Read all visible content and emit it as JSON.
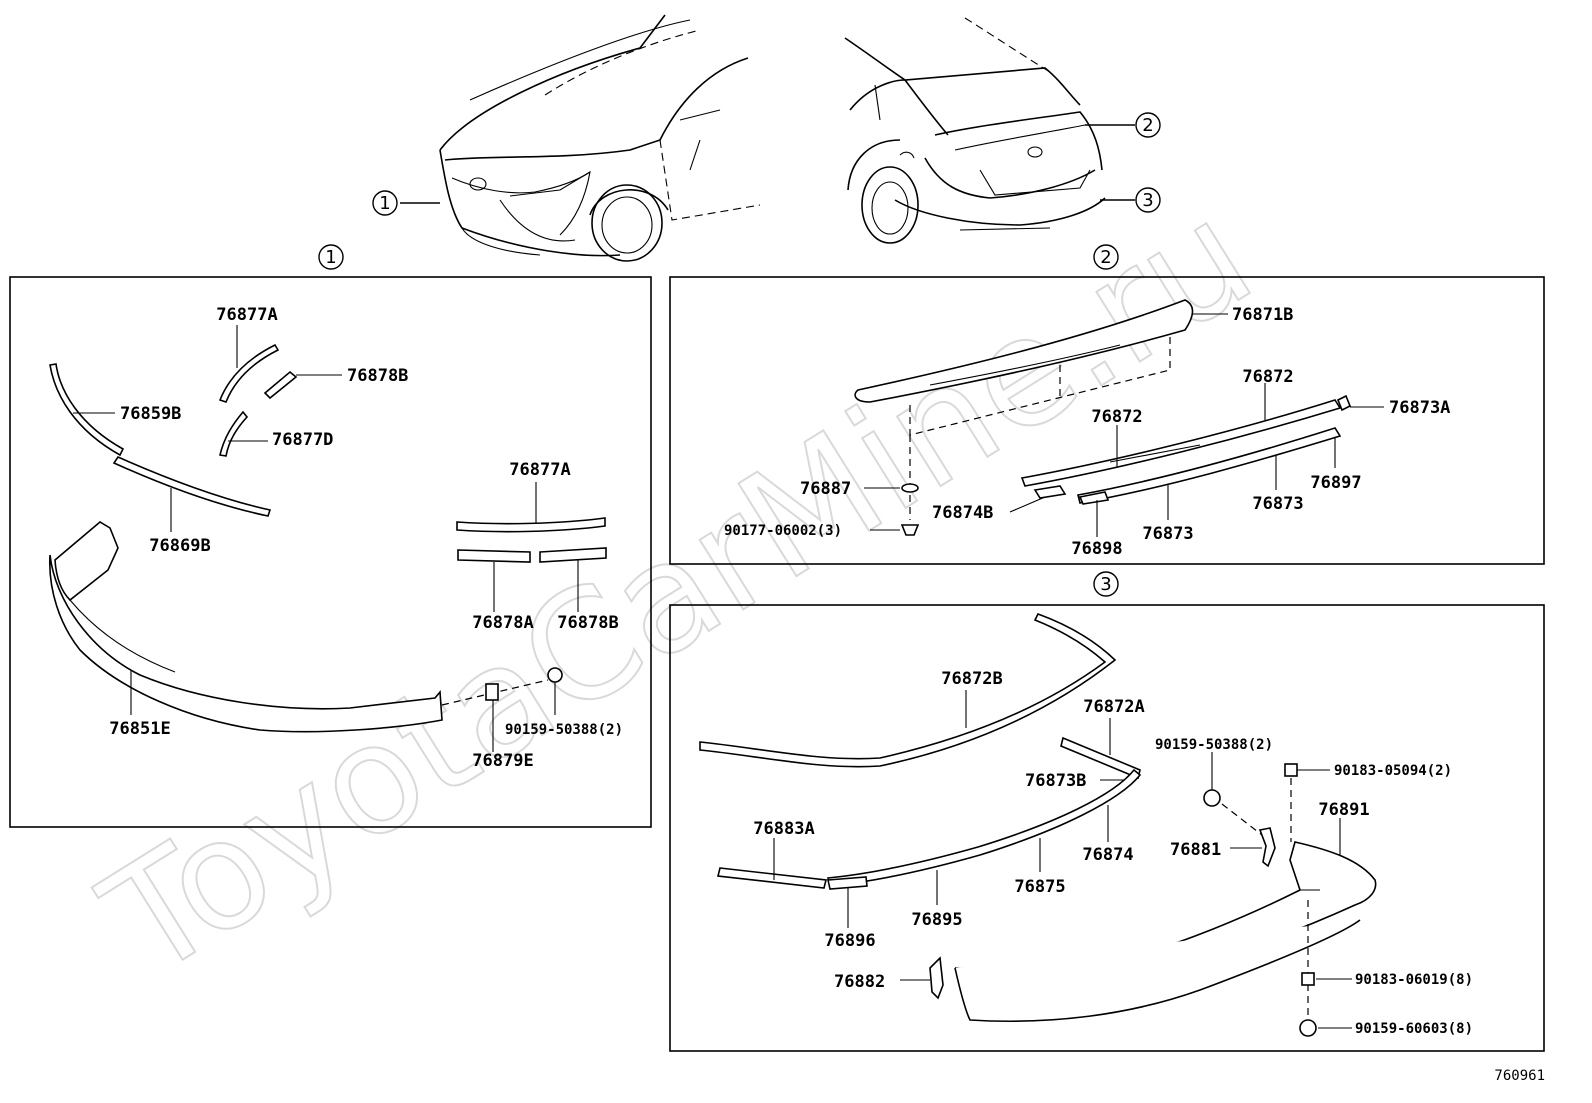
{
  "watermark": "ToyotaCarMine.ru",
  "figure_id": "760961",
  "callouts": {
    "front": "1",
    "spoiler": "2",
    "rear": "3"
  },
  "section_front": {
    "labels": {
      "p76877A_top": "76877A",
      "p76878B_top": "76878B",
      "p76859B": "76859B",
      "p76877D": "76877D",
      "p76869B": "76869B",
      "p76877A_right": "76877A",
      "p76878A": "76878A",
      "p76878B_right": "76878B",
      "p76851E": "76851E",
      "p76879E": "76879E",
      "p90159_50388": "90159-50388(2)"
    }
  },
  "section_spoiler": {
    "labels": {
      "p76871B": "76871B",
      "p76872_a": "76872",
      "p76872_b": "76872",
      "p76873A": "76873A",
      "p76887": "76887",
      "p76874B": "76874B",
      "p76897": "76897",
      "p76873_a": "76873",
      "p76873_b": "76873",
      "p90177_06002": "90177-06002(3)",
      "p76898": "76898"
    }
  },
  "section_rear": {
    "labels": {
      "p76872B": "76872B",
      "p76872A": "76872A",
      "p90159_50388": "90159-50388(2)",
      "p90183_05094": "90183-05094(2)",
      "p76873B": "76873B",
      "p76891": "76891",
      "p76883A": "76883A",
      "p76874": "76874",
      "p76881": "76881",
      "p76875": "76875",
      "p76895": "76895",
      "p76896": "76896",
      "p76882": "76882",
      "p90183_06019": "90183-06019(8)",
      "p90159_60603": "90159-60603(8)"
    }
  }
}
